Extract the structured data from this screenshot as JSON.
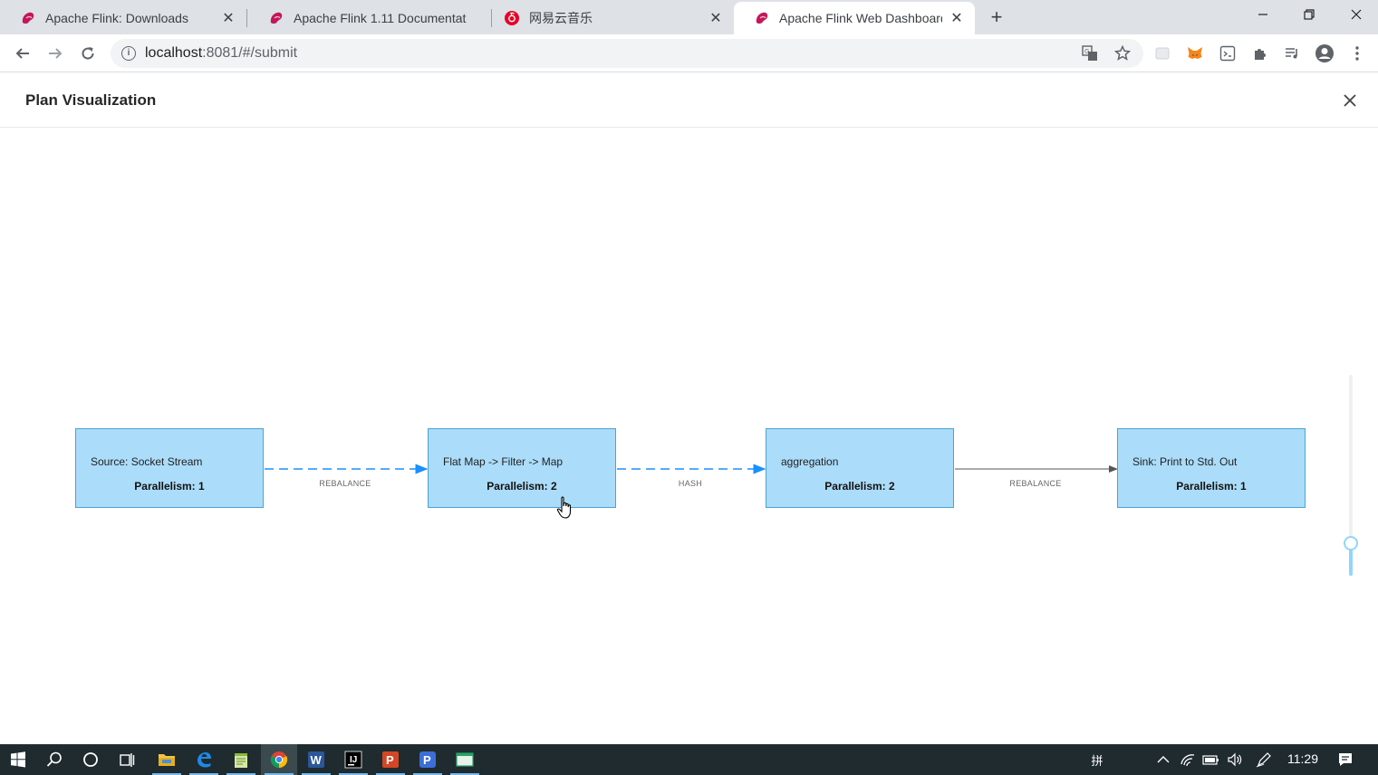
{
  "browser": {
    "tabs": [
      {
        "title": "Apache Flink: Downloads",
        "favicon": "flink-squirrel-icon",
        "active": false
      },
      {
        "title": "Apache Flink 1.11 Documentat",
        "favicon": "flink-squirrel-icon",
        "active": false
      },
      {
        "title": "网易云音乐",
        "favicon": "netease-music-icon",
        "active": false
      },
      {
        "title": "Apache Flink Web Dashboard",
        "favicon": "flink-squirrel-icon",
        "active": true
      }
    ],
    "tab_close_glyph": "✕",
    "new_tab_glyph": "+",
    "url_host": "localhost",
    "url_rest": ":8081/#/submit"
  },
  "modal": {
    "title": "Plan Visualization"
  },
  "plan": {
    "nodes": [
      {
        "name": "Source: Socket Stream",
        "parallelism": "Parallelism: 1"
      },
      {
        "name": "Flat Map -> Filter -> Map",
        "parallelism": "Parallelism: 2"
      },
      {
        "name": "aggregation",
        "parallelism": "Parallelism: 2"
      },
      {
        "name": "Sink: Print to Std. Out",
        "parallelism": "Parallelism: 1"
      }
    ],
    "edges": [
      {
        "label": "REBALANCE",
        "style": "dashed",
        "color": "#1890ff"
      },
      {
        "label": "HASH",
        "style": "dashed",
        "color": "#1890ff"
      },
      {
        "label": "REBALANCE",
        "style": "solid",
        "color": "#555555"
      }
    ]
  },
  "taskbar": {
    "time": "11:29",
    "ime_indicator": "拼"
  },
  "colors": {
    "node_fill": "#abdcf9",
    "node_border": "#4aa3d6",
    "edge_dashed": "#1890ff",
    "taskbar": "#1f2b2f"
  }
}
